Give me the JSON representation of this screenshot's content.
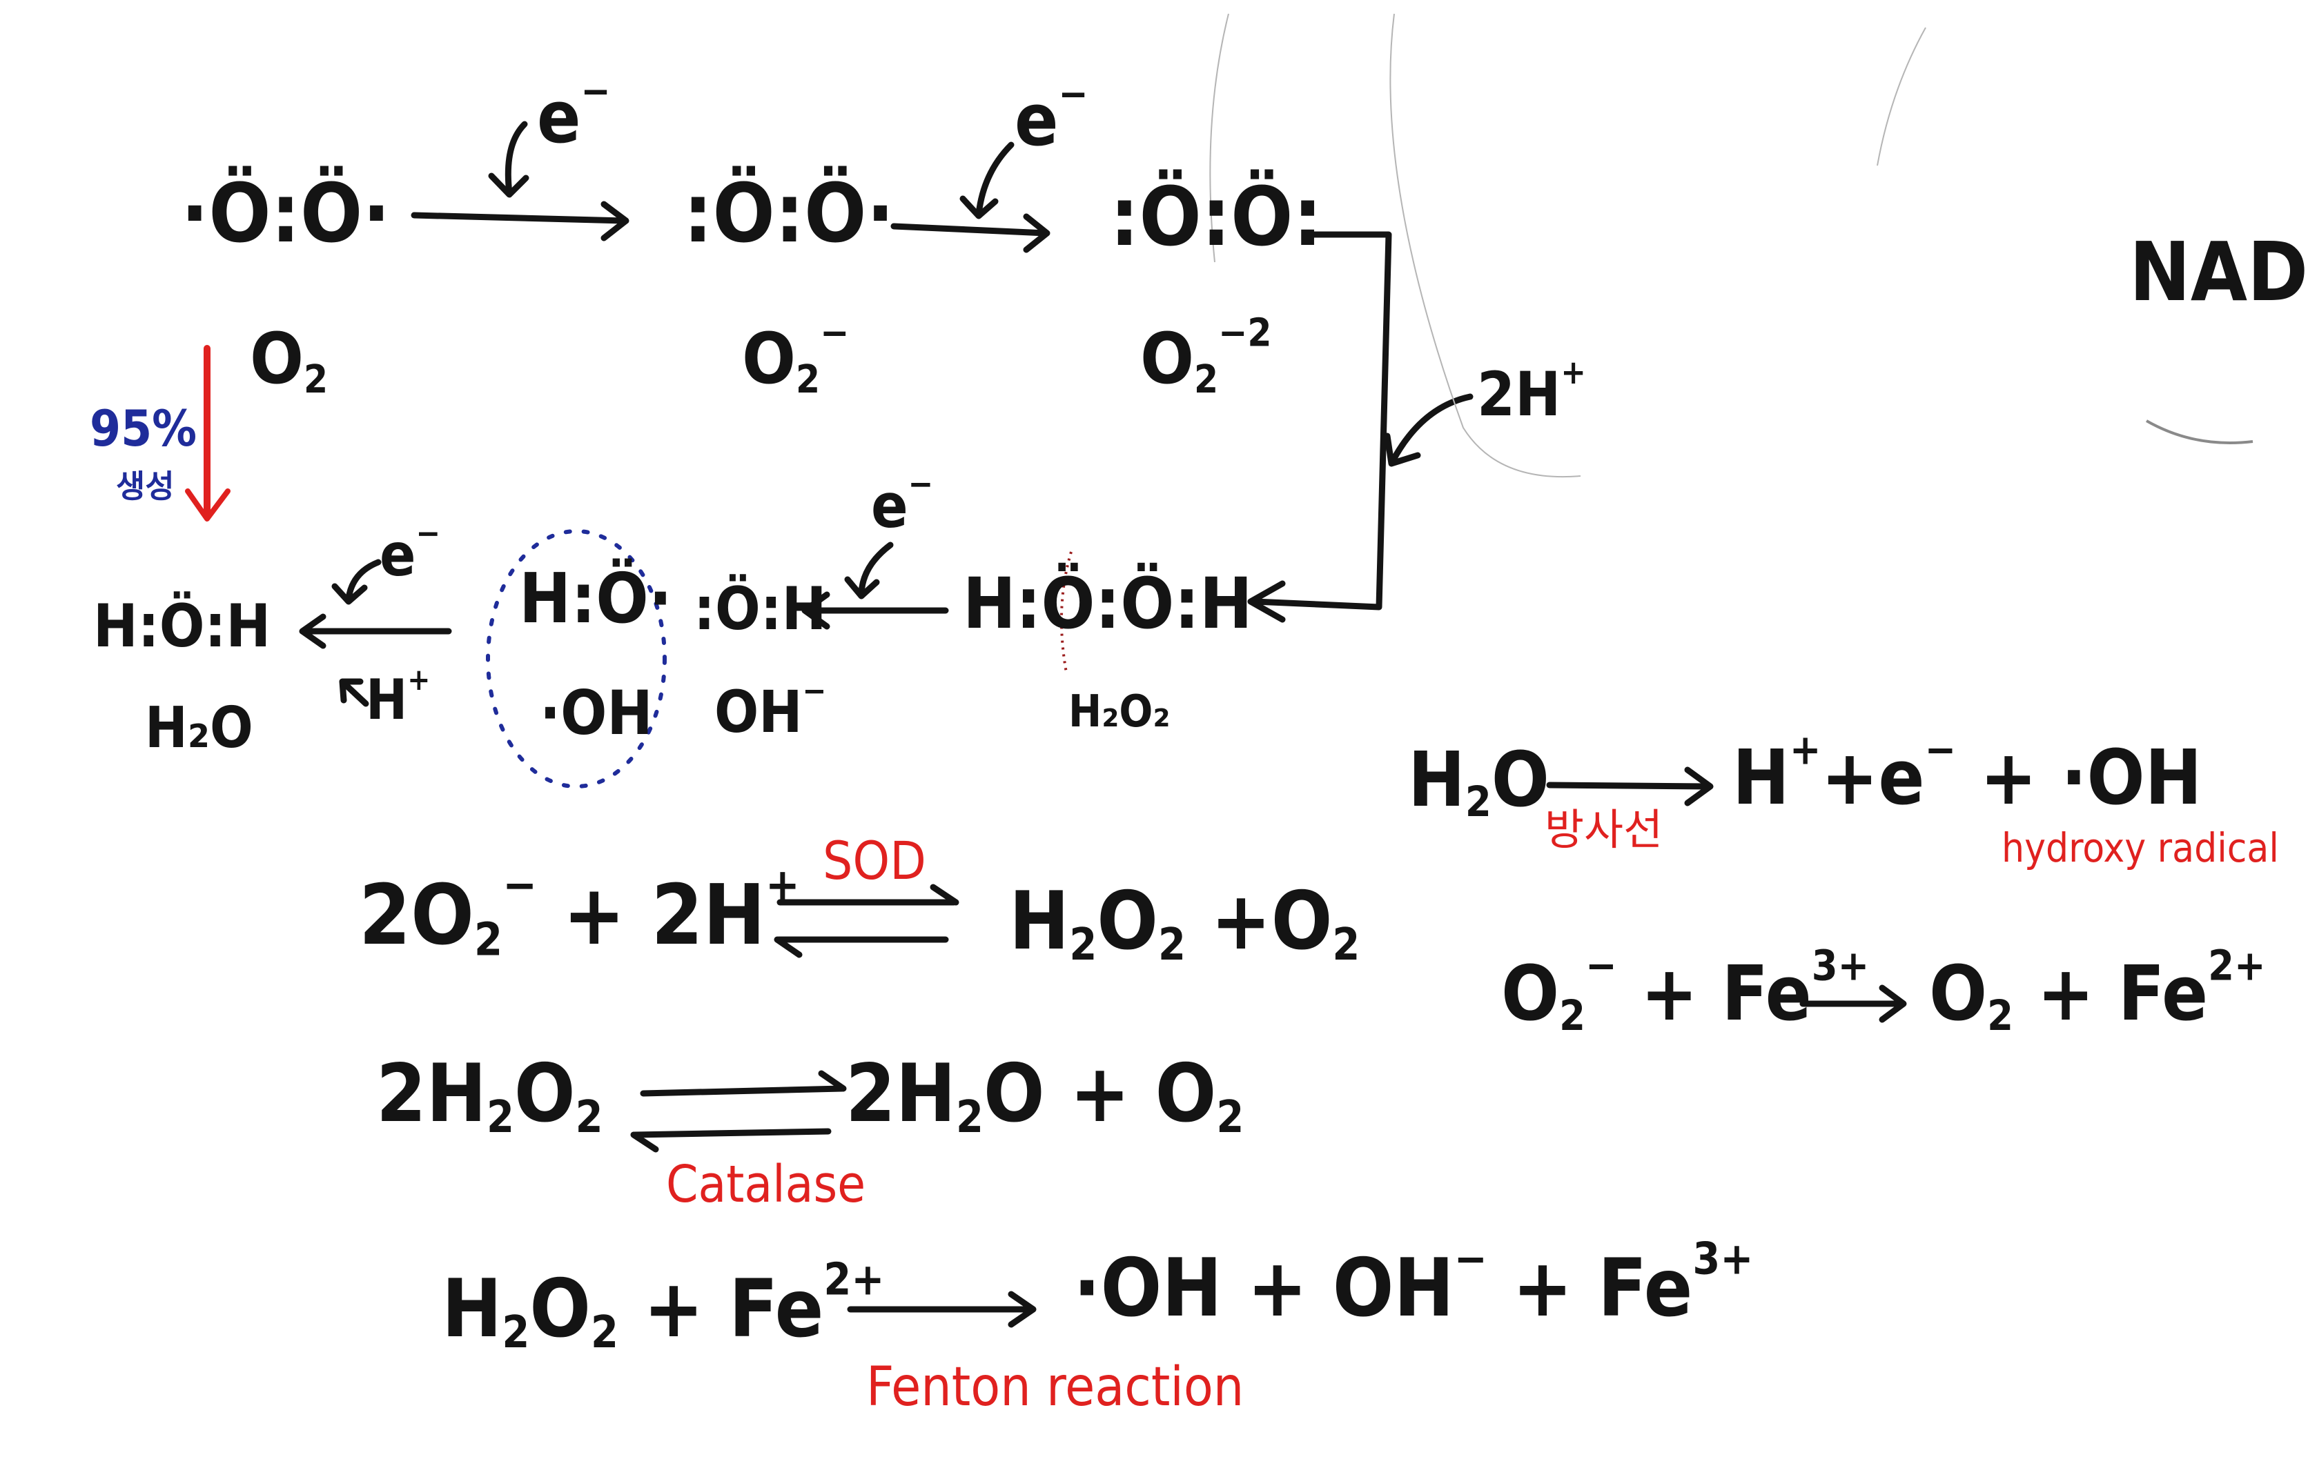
{
  "colors": {
    "ink": "#141414",
    "red": "#e0211f",
    "blue": "#1f2c9a",
    "faint": "#b5b5b5"
  },
  "lewis": {
    "o2": "·Ö:Ö·",
    "superoxide": ":Ö:Ö·",
    "peroxide": ":Ö:Ö:",
    "hydrogen_peroxide": "H:Ö:Ö:H",
    "hydroxide": ":Ö:H",
    "water": "H:Ö:H",
    "hydroxyl_radical_pair": "H:Ö·"
  },
  "labels": {
    "o2": "O",
    "o2_sub": "2",
    "superoxide": "O",
    "superoxide_sub": "2",
    "superoxide_sup": "−",
    "peroxide": "O",
    "peroxide_sub": "2",
    "peroxide_sup": "−2",
    "electron": "e",
    "electron_sup": "−",
    "two_h_plus": "2H",
    "h_plus_sup": "+",
    "h_plus": "H",
    "h2o2": "H₂O₂",
    "hydroxide": "OH",
    "hydroxide_sup": "−",
    "oh_radical": "·OH",
    "water": "H₂O",
    "percent": "95%",
    "korean_note": "생성",
    "nad": "NAD"
  },
  "equations": {
    "radiolysis": {
      "left": "H",
      "left_sub": "2",
      "left_tail": "O",
      "arrow_label": "방사선",
      "right": "H",
      "right_sup": "+",
      "right2": "+e",
      "right2_sup": "−",
      "right3": "+ ·OH",
      "note": "hydroxy radical"
    },
    "fe_reduction": {
      "a": "O",
      "a_sub": "2",
      "a_sup": "−",
      "b": "+ Fe",
      "b_sup": "3+",
      "c": "O",
      "c_sub": "2",
      "d": "+ Fe",
      "d_sup": "2+"
    },
    "sod": {
      "left": "2O",
      "left_sub": "2",
      "left_sup": "−",
      "left2": "+ 2H",
      "left2_sup": "+",
      "enzyme": "SOD",
      "right": "H",
      "right_sub": "2",
      "right2": "O",
      "right2_sub": "2",
      "right3": "+O",
      "right3_sub": "2"
    },
    "catalase": {
      "left": "2H",
      "left_sub": "2",
      "left2": "O",
      "left2_sub": "2",
      "enzyme": "Catalase",
      "right": "2H",
      "right_sub": "2",
      "right2": "O + O",
      "right2_sub": "2"
    },
    "fenton": {
      "left": "H",
      "left_sub": "2",
      "left2": "O",
      "left2_sub": "2",
      "left3": "+ Fe",
      "left3_sup": "2+",
      "right": "·OH + OH",
      "right_sup": "−",
      "right2": "+ Fe",
      "right2_sup": "3+",
      "name": "Fenton reaction"
    }
  }
}
